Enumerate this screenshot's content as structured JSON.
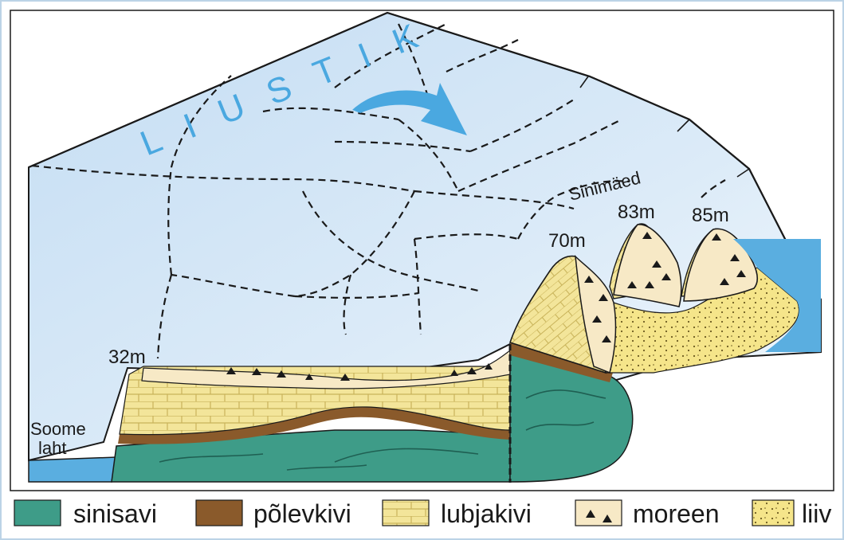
{
  "glacier_label": "LIUSTIK",
  "colors": {
    "ice": "#cfe4f6",
    "ice_light": "#eef6fc",
    "sinisavi": "#3e9c88",
    "polevkivi": "#8a5a2b",
    "lubjakivi": "#f3e59a",
    "moreen": "#f7e9c6",
    "liiv": "#f5e58a",
    "water": "#5aaee0",
    "arrow": "#4aa8e0"
  },
  "labels": {
    "soome_laht_1": "Soome",
    "soome_laht_2": "laht",
    "h32": "32m",
    "h70": "70m",
    "h83": "83m",
    "h85": "85m",
    "sinimaed": "Sinimäed"
  },
  "legend": [
    {
      "key": "sinisavi",
      "label": "sinisavi"
    },
    {
      "key": "polevkivi",
      "label": "põlevkivi"
    },
    {
      "key": "lubjakivi",
      "label": "lubjakivi"
    },
    {
      "key": "moreen",
      "label": "moreen"
    },
    {
      "key": "liiv",
      "label": "liiv"
    }
  ]
}
